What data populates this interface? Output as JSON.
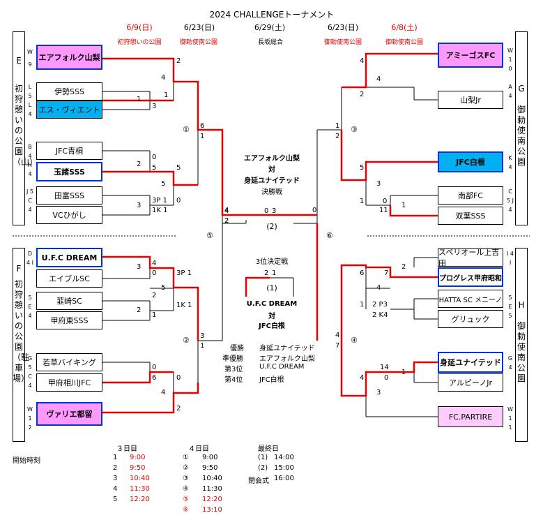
{
  "title": "2024 CHALLENGEトーナメント",
  "dates": {
    "d1": "6/9(日)",
    "d2": "6/23(日)",
    "d3": "6/29(土)",
    "d4": "6/23(日)",
    "d5": "6/8(土)"
  },
  "venues": {
    "v1": "初狩憩いの公園",
    "v2": "御勅使南公園",
    "v3": "長坂総合",
    "v4": "御勅使南公園",
    "v5": "御勅使南公園"
  },
  "blocks": {
    "E": {
      "letter": "E",
      "venue": "初狩憩いの公園（山）"
    },
    "F": {
      "letter": "F",
      "venue": "初狩憩いの公園（駐車場）"
    },
    "G": {
      "letter": "G",
      "venue": "御勅使南公園"
    },
    "H": {
      "letter": "H",
      "venue": "御勅使南公園"
    }
  },
  "codes": {
    "e1": "W 9",
    "e2": "L 5 L 4",
    "e3": "B 4 H 4",
    "e4": "J 5 C 4",
    "f1": "D 4 I",
    "f2": "5 E 4",
    "f3": "G 5 C 4",
    "f4": "W 1 2",
    "g1": "W 1 0",
    "g2": "A 4",
    "g3": "K 4",
    "g4": "C 5 J 4",
    "h1": "I 4 I",
    "h2": "5 E 5",
    "h3": "G 4",
    "h4": "W 1 1"
  },
  "teams_left": [
    "エアフォルク山梨",
    "伊勢SSS",
    "エス・ヴィエント",
    "JFC青桐",
    "玉諸SSS",
    "田富SSS",
    "VCひがし",
    "U.F.C DREAM",
    "エイブルSC",
    "韮崎SC",
    "甲府東SSS",
    "若草バイキング",
    "甲府相川JFC",
    "ヴァリエ都留"
  ],
  "teams_right": [
    "アミーゴスFC",
    "山梨Jr",
    "JFC白根",
    "南部FC",
    "双葉SSS",
    "スペリオール上吉田",
    "プログレス甲府昭和",
    "HATTA SC メニーノ",
    "グリュック",
    "身延ユナイテッド",
    "アルピーノJr",
    "FC.PARTIRE"
  ],
  "scores": {
    "a1": "4",
    "a2": "1",
    "a3": "3",
    "a4": "2",
    "a5": "1",
    "a6": "0",
    "a7": "5",
    "a8": "2",
    "a9": "5",
    "a10": "3",
    "a11": "5",
    "a12": "3P 1",
    "a13": "1K 1",
    "a14": "0",
    "a15": "6",
    "a16": "1",
    "a17": "4",
    "a18": "2",
    "b1": "3",
    "b2": "4",
    "b3": "0",
    "b4": "3P 1",
    "b5": "5",
    "b6": "2",
    "b7": "1K 1",
    "b8": "2",
    "b9": "1",
    "b10": "0",
    "b11": "6",
    "b12": "0",
    "b13": "4",
    "b14": "2",
    "b15": "3",
    "b16": "1",
    "c1": "4",
    "c2": "4",
    "c3": "2",
    "c4": "1",
    "c5": "2",
    "c6": "5",
    "c7": "3",
    "c8": "1",
    "c9": "0",
    "c10": "1",
    "c11": "11",
    "c12": "0",
    "d1": "6",
    "d2": "7",
    "d3": "2",
    "d4": "4",
    "d5": "1",
    "d6": "2 P3",
    "d7": "2 K4",
    "d8": "4",
    "d9": "7",
    "d10": "14",
    "d11": "1",
    "d12": "0",
    "d13": "4",
    "d14": "3",
    "f1": "0",
    "f2": "3",
    "f3": "4",
    "f4": "2",
    "f5": "(2)",
    "t1": "2",
    "t2": "1",
    "t3": "(1)"
  },
  "match_numbers": {
    "m1": "①",
    "m2": "②",
    "m3": "③",
    "m4": "④",
    "m5": "⑤",
    "m6": "⑥"
  },
  "final": {
    "team1": "エアフォルク山梨",
    "vs": "対",
    "team2": "身延ユナイテッド",
    "label": "決勝戦"
  },
  "third": {
    "label": "3位決定戦",
    "team1": "U.F.C DREAM",
    "vs": "対",
    "team2": "JFC白根"
  },
  "results": [
    {
      "rank": "優勝",
      "team": "身延ユナイテッド"
    },
    {
      "rank": "準優勝",
      "team": "エアフォルク山梨"
    },
    {
      "rank": "第3位",
      "team": "U.F.C DREAM"
    },
    {
      "rank": "第4位",
      "team": "JFC白根"
    }
  ],
  "schedule": {
    "label": "開始時刻",
    "day3_header": "３日目",
    "day4_header": "４日目",
    "final_header": "最終日",
    "day3": [
      [
        "1",
        "9:00"
      ],
      [
        "2",
        "9:50"
      ],
      [
        "3",
        "10:40"
      ],
      [
        "4",
        "11:30"
      ],
      [
        "5",
        "12:20"
      ]
    ],
    "day4": [
      [
        "①",
        "9:00"
      ],
      [
        "②",
        "9:50"
      ],
      [
        "③",
        "10:40"
      ],
      [
        "④",
        "11:30"
      ],
      [
        "⑤",
        "12:20"
      ],
      [
        "⑥",
        "13:10"
      ]
    ],
    "final": [
      [
        "(1)",
        "14:00"
      ],
      [
        "(2)",
        "15:00"
      ],
      [
        "閉会式",
        "16:00"
      ]
    ]
  },
  "colors": {
    "accent_red": "#e60000",
    "team_pink": "#ff99ff",
    "team_cyan": "#00b0f0",
    "border_blue": "#0033cc"
  }
}
